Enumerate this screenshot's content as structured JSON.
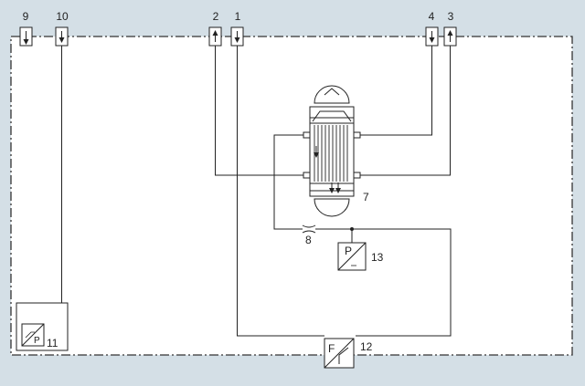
{
  "diagram": {
    "colors": {
      "background": "#d4dfe6",
      "panel": "#ffffff",
      "line": "#222222"
    },
    "connector_labels": {
      "c9": "9",
      "c10": "10",
      "c2": "2",
      "c1": "1",
      "c4": "4",
      "c3": "3"
    },
    "component_labels": {
      "heat_exchanger": "7",
      "throttle": "8",
      "pressure_sensor": "13",
      "flow_sensor": "12",
      "pressure_module": "11"
    },
    "symbol_letters": {
      "p13": "P",
      "f12": "F",
      "p11": "P"
    }
  }
}
